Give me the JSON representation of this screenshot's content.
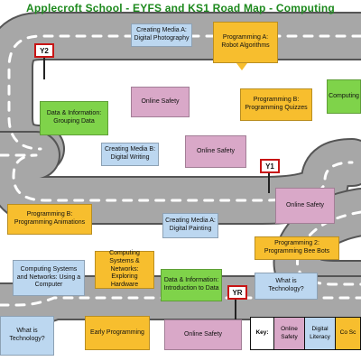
{
  "title": "Applecroft School - EYFS and KS1 Road Map - Computing",
  "signs": {
    "y2": "Y2",
    "y1": "Y1",
    "yr": "YR"
  },
  "cards": {
    "creating_media_a_photo": "Creating Media A: Digital Photography",
    "programming_a_robots": "Programming A: Robot Algorithms",
    "computing_right_top": "Computing",
    "data_grouping": "Data & Information: Grouping Data",
    "online_safety_1": "Online Safety",
    "programming_b_quizzes": "Programming B: Programming Quizzes",
    "creating_media_b_writing": "Creating Media B: Digital Writing",
    "online_safety_2": "Online Safety",
    "online_safety_3": "Online Safety",
    "programming_b_animations": "Programming B: Programming Animations",
    "creating_media_a_painting": "Creating Media A: Digital Painting",
    "programming_2_beebots": "Programming 2: Programming Bee Bots",
    "systems_using_computer": "Computing Systems and Networks: Using a Computer",
    "systems_hardware": "Computing Systems & Networks: Exploring Hardware",
    "data_intro": "Data & Information: Introduction to Data",
    "what_is_tech_1": "What is Technology?",
    "what_is_tech_2": "What is Technology?",
    "early_programming": "Early Programming",
    "online_safety_4": "Online Safety"
  },
  "key": {
    "label": "Key:",
    "online_safety": "Online Safety",
    "digital_literacy": "Digital Literacy",
    "computer_science": "Co Sc"
  },
  "colors": {
    "road": "#a7a7a7",
    "road_edge": "#555555",
    "lane_marking": "#ffffff",
    "title": "#1e8a1e",
    "blue_card": "#bcd7f0",
    "orange_card": "#f7be2e",
    "green_card": "#7fd34a",
    "pink_card": "#d9a8c8",
    "sign_border": "#c81414"
  }
}
